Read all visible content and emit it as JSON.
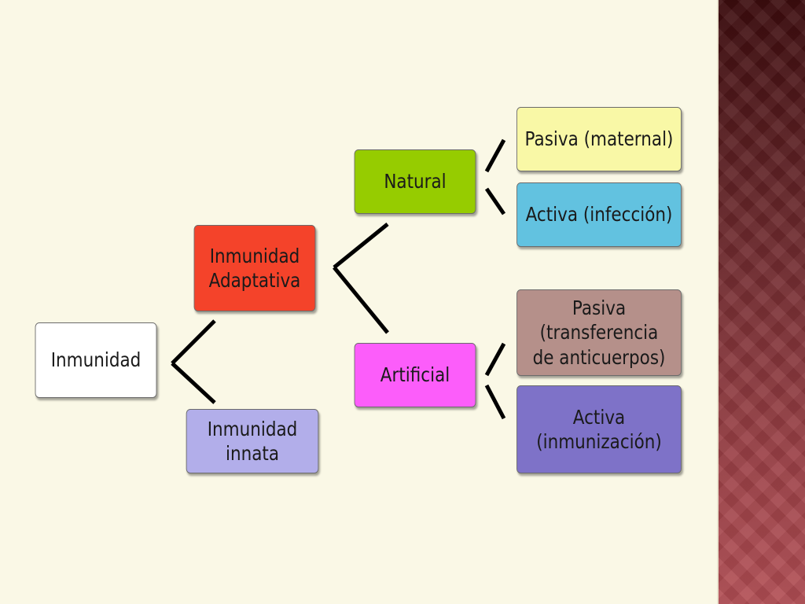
{
  "diagram": {
    "root": {
      "label": "Inmunidad",
      "color": "#ffffff"
    },
    "adaptive": {
      "label": "Inmunidad\nAdaptativa",
      "color": "#f4432a"
    },
    "innate": {
      "label": "Inmunidad innata",
      "color": "#b2aeea"
    },
    "natural": {
      "label": "Natural",
      "color": "#96cc00"
    },
    "artificial": {
      "label": "Artificial",
      "color": "#fc5dfa"
    },
    "natural_passive": {
      "label": "Pasiva (maternal)",
      "color": "#f9f8a6"
    },
    "natural_active": {
      "label": "Activa (infección)",
      "color": "#62c2e0"
    },
    "artificial_passive": {
      "label": "Pasiva (transferencia\nde anticuerpos)",
      "color": "#b5908a"
    },
    "artificial_active": {
      "label": "Activa\n(inmunización)",
      "color": "#7e72c8"
    }
  }
}
